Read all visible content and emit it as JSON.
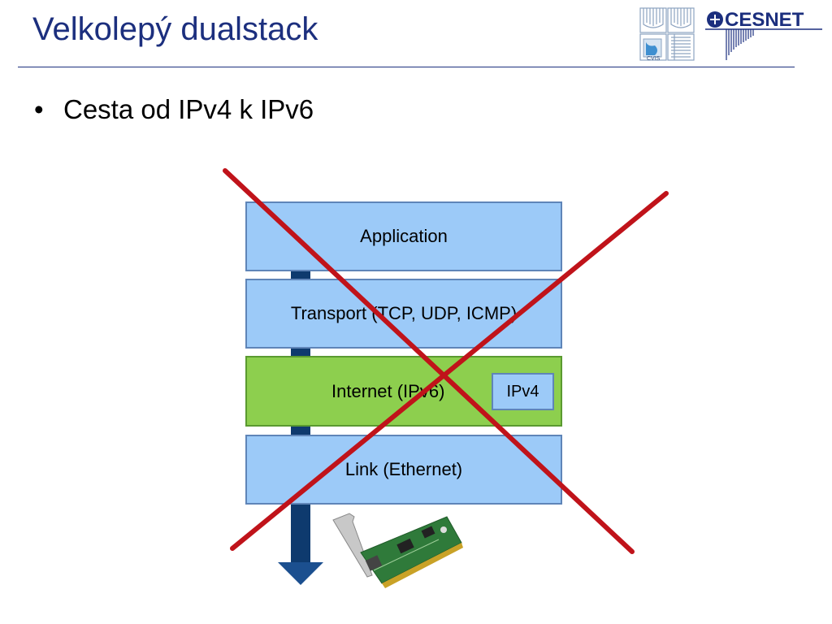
{
  "slide": {
    "title": "Velkolepý dualstack",
    "bullet": "Cesta od IPv4 k IPv6"
  },
  "logos": {
    "cvis_text": "CVIS",
    "cesnet_text": "CESNET"
  },
  "layers": {
    "application": "Application",
    "transport": "Transport (TCP, UDP, ICMP)",
    "internet": "Internet (IPv6)",
    "ipv4": "IPv4",
    "link": "Link (Ethernet)"
  },
  "colors": {
    "title": "#1c2f7e",
    "layer_blue": "#9ccaf8",
    "layer_green": "#8dcf4e",
    "arrow": "#0e3a6e",
    "cross": "#c0131a"
  },
  "icons": {
    "arrow": "down-arrow-icon",
    "network_card": "network-card-icon",
    "cross": "red-x-icon"
  }
}
